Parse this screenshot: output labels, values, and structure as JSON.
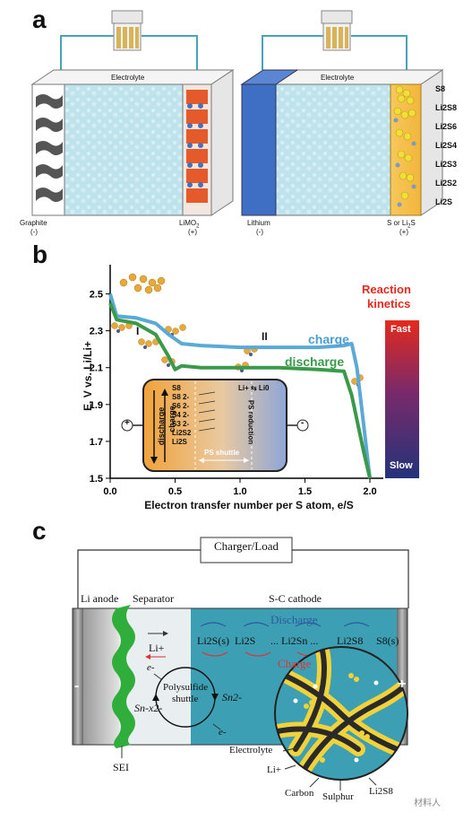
{
  "panel_a": {
    "letter": "a",
    "left_cell": {
      "electrolyte": "Electrolyte",
      "anode": "Graphite",
      "anode_sign": "(-)",
      "cathode": "LiMO",
      "cathode_sub": "2",
      "cathode_sign": "(+)"
    },
    "right_cell": {
      "electrolyte": "Electrolyte",
      "anode": "Lithium",
      "anode_sign": "(-)",
      "cathode": "S or Li",
      "cathode_sub": "2",
      "cathode_tail": "S",
      "cathode_sign": "(+)",
      "species": [
        "S8",
        "Li2S8",
        "Li2S6",
        "Li2S4",
        "Li2S3",
        "Li2S2",
        "Li2S"
      ]
    }
  },
  "panel_b": {
    "letter": "b",
    "ylabel": "E, V vs. Li/Li+",
    "xlabel": "Electron transfer number per S atom, e/S",
    "y_ticks": [
      "2.5",
      "2.3",
      "2.1",
      "1.9",
      "1.7",
      "1.5"
    ],
    "x_ticks": [
      "0.0",
      "0.5",
      "1.0",
      "1.5",
      "2.0"
    ],
    "region_I": "I",
    "region_II": "II",
    "charge_label": "charge",
    "discharge_label": "discharge",
    "kinetics_title_1": "Reaction",
    "kinetics_title_2": "kinetics",
    "fast": "Fast",
    "slow": "Slow",
    "inset": {
      "discharge": "discharge",
      "charge": "charge",
      "species": [
        "S8",
        "S8 2-",
        "S6 2-",
        "S4 2-",
        "S3 2-",
        "Li2S2",
        "Li2S"
      ],
      "ps_shuttle": "PS shuttle",
      "ps_reduction": "PS reduction",
      "li_eq": "Li+ ⇆ Li0",
      "plus": "+",
      "minus": "-"
    },
    "chart_data": {
      "type": "line",
      "xlabel": "Electron transfer number per S atom, e/S",
      "ylabel": "E, V vs. Li/Li+",
      "xlim": [
        0,
        2.0
      ],
      "ylim": [
        1.5,
        2.6
      ],
      "series": [
        {
          "name": "charge",
          "color": "#5aa9d6",
          "x": [
            0.0,
            0.05,
            0.2,
            0.35,
            0.45,
            0.55,
            0.7,
            1.0,
            1.3,
            1.6,
            1.8,
            1.86,
            1.9,
            1.95,
            2.0
          ],
          "y": [
            2.5,
            2.38,
            2.37,
            2.34,
            2.28,
            2.23,
            2.22,
            2.21,
            2.21,
            2.21,
            2.22,
            2.23,
            2.1,
            1.8,
            1.5
          ]
        },
        {
          "name": "discharge",
          "color": "#3a9a4a",
          "x": [
            0.0,
            0.05,
            0.2,
            0.35,
            0.45,
            0.5,
            0.55,
            0.7,
            1.0,
            1.3,
            1.6,
            1.8,
            1.86,
            1.95,
            2.0
          ],
          "y": [
            2.45,
            2.36,
            2.34,
            2.28,
            2.16,
            2.09,
            2.11,
            2.1,
            2.1,
            2.1,
            2.09,
            2.08,
            1.95,
            1.65,
            1.5
          ]
        }
      ]
    }
  },
  "panel_c": {
    "letter": "c",
    "charger": "Charger/Load",
    "li_anode": "Li anode",
    "separator": "Separator",
    "cathode": "S-C cathode",
    "discharge": "Discharge",
    "charge": "Charge",
    "li_plus": "Li+",
    "e_minus": "e-",
    "polysulfide": "Polysulfide",
    "shuttle": "shuttle",
    "sn2": "Sn2-",
    "snx": "Sn-x2-",
    "sei": "SEI",
    "minus": "-",
    "plus": "+",
    "chain": [
      "Li2S(s)",
      "Li2S",
      "... Li2Sn ...",
      "Li2S8",
      "S8(s)"
    ],
    "circle_labels": {
      "electrolyte": "Electrolyte",
      "li": "Li+",
      "carbon": "Carbon",
      "sulphur": "Sulphur",
      "li2s8": "Li2S8"
    },
    "watermark": "材料人"
  }
}
